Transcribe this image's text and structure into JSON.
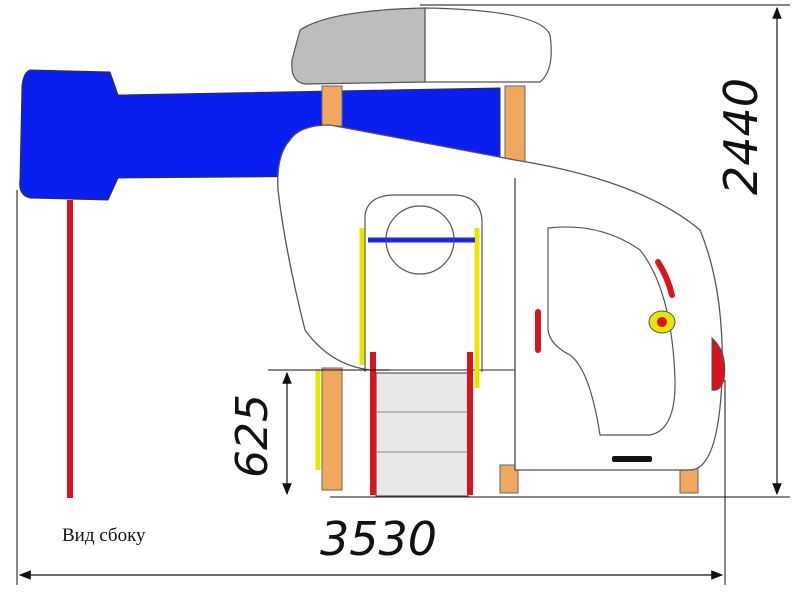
{
  "caption": "Вид сбоку",
  "dimensions": {
    "total_width": "3530",
    "total_height": "2440",
    "platform_height": "625"
  },
  "colors": {
    "roof_blue": "#0a1ef0",
    "pole_red": "#d8141e",
    "rail_yellow": "#e6e600",
    "wood_post": "#f0a860",
    "bar_blue": "#1e2ad8",
    "canopy_grey": "#bdbdbd",
    "panel_white": "#ffffff",
    "outline": "#555555"
  }
}
